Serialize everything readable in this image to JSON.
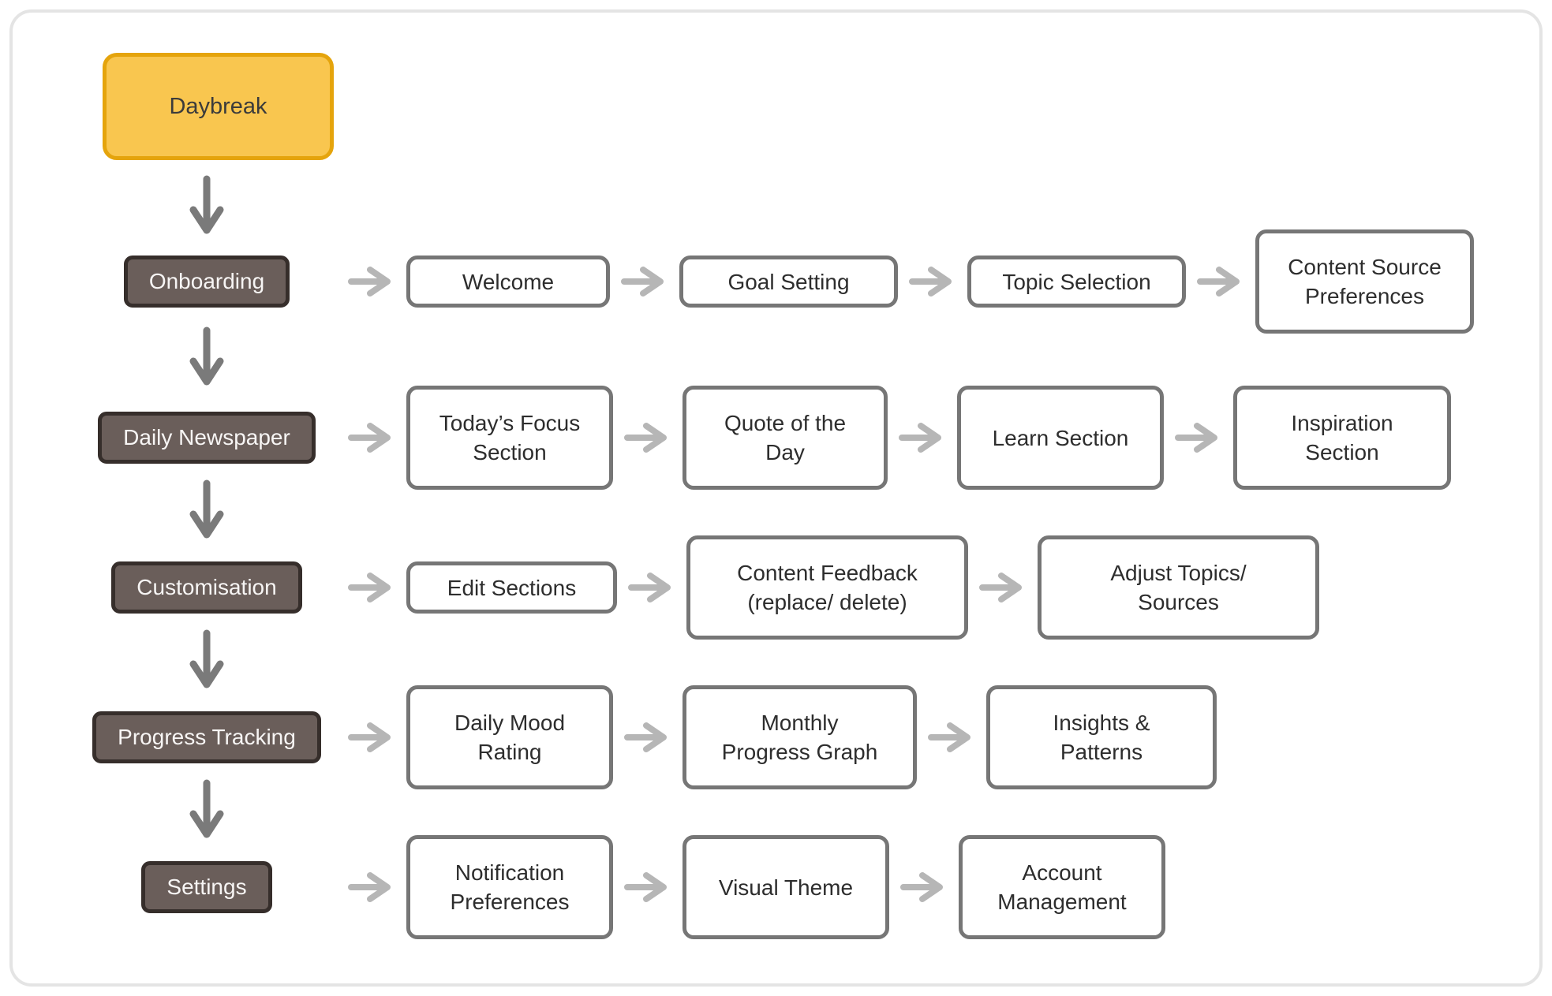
{
  "palette": {
    "root_fill": "#f9c64f",
    "root_border": "#e5a40c",
    "category_fill": "#6a5e5a",
    "category_border": "#362e2b",
    "leaf_border": "#767676",
    "leaf_text": "#2d2d2d",
    "arrow_right_gray": "#b6b6b6",
    "arrow_down_gray": "#7a7a7a",
    "card_border": "#e4e4e4"
  },
  "root": {
    "label": "Daybreak"
  },
  "rows": [
    {
      "category": "Onboarding",
      "children": [
        "Welcome",
        "Goal Setting",
        "Topic Selection",
        "Content Source\nPreferences"
      ]
    },
    {
      "category": "Daily Newspaper",
      "children": [
        "Today’s Focus\nSection",
        "Quote of the\nDay",
        "Learn Section",
        "Inspiration\nSection"
      ]
    },
    {
      "category": "Customisation",
      "children": [
        "Edit Sections",
        "Content Feedback\n(replace/ delete)",
        "Adjust Topics/\nSources"
      ]
    },
    {
      "category": "Progress Tracking",
      "children": [
        "Daily Mood\nRating",
        "Monthly\nProgress Graph",
        "Insights &\nPatterns"
      ]
    },
    {
      "category": "Settings",
      "children": [
        "Notification\nPreferences",
        "Visual Theme",
        "Account\nManagement"
      ]
    }
  ]
}
